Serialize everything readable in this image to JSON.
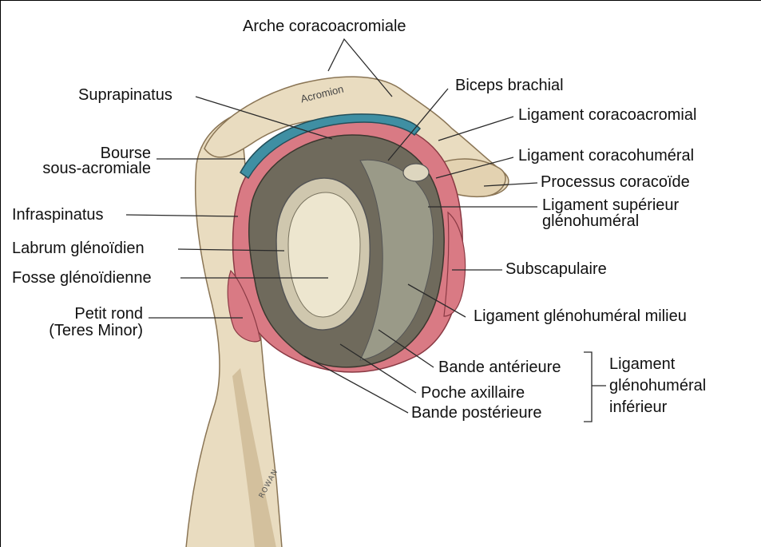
{
  "labels": {
    "arche": "Arche coracoacromiale",
    "suprapinatus": "Suprapinatus",
    "acromion": "Acromion",
    "biceps": "Biceps brachial",
    "lig_coracoacromial": "Ligament coracoacromial",
    "bourse_line1": "Bourse",
    "bourse_line2": "sous-acromiale",
    "lig_coracohumeral": "Ligament coracohuméral",
    "processus": "Processus coracoïde",
    "infraspinatus": "Infraspinatus",
    "lig_sup_line1": "Ligament supérieur",
    "lig_sup_line2": "glénohuméral",
    "labrum": "Labrum glénoïdien",
    "fosse": "Fosse glénoïdienne",
    "subscapulaire": "Subscapulaire",
    "petit_rond_line1": "Petit rond",
    "petit_rond_line2": "(Teres Minor)",
    "lig_milieu": "Ligament glénohuméral milieu",
    "bande_ant": "Bande antérieure",
    "poche": "Poche axillaire",
    "bande_post": "Bande postérieure",
    "lig_inf_line1": "Ligament",
    "lig_inf_line2": "glénohuméral",
    "lig_inf_line3": "inférieur",
    "signature": "ROWAN"
  },
  "colors": {
    "bone": "#e9dcc0",
    "bone_shadow": "#c9b48f",
    "muscle": "#d97a84",
    "bursa": "#3f8fa3",
    "cavity": "#6f6a5c",
    "ligament": "#9a9a88",
    "glenoid": "#ede6cf",
    "line": "#2a2a2a"
  }
}
